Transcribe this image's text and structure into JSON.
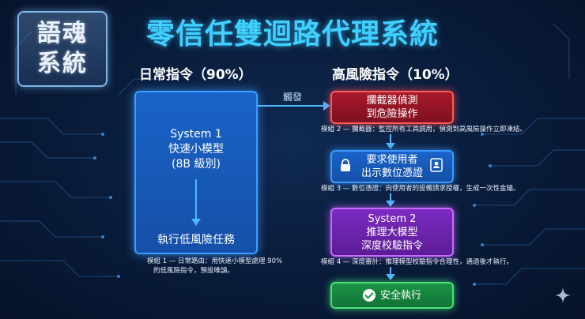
{
  "logo": {
    "line1": "語魂",
    "line2": "系統"
  },
  "title": "零信任雙迴路代理系統",
  "left_section": {
    "heading": "日常指令（90%）",
    "box_lines": [
      "System 1",
      "快速小模型",
      "(8B 級別)"
    ],
    "box_bottom": "執行低風險任務",
    "note_lines": [
      "模組 1 — 日常路由：用快速小模型處理 90%",
      "的低風險指令，預設唯讀。"
    ]
  },
  "right_section": {
    "heading": "高風險指令（10%）",
    "trigger_label": "觸發",
    "interceptor": {
      "lines": [
        "攔截器偵測",
        "到危險操作"
      ]
    },
    "note2": "模組 2 — 攔截器：監控所有工具調用，偵測到高風險操作立即凍結。",
    "auth": {
      "lines": [
        "要求使用者",
        "出示數位憑證"
      ]
    },
    "note3": "模組 3 — 數位憑證：向使用者的設備請求授權，生成一次性金鑰。",
    "system2": {
      "lines": [
        "System 2",
        "推理大模型",
        "深度校驗指令"
      ]
    },
    "note4": "模組 4 — 深度審計：推理模型校驗指令合理性，通過後才執行。",
    "final": {
      "label": "安全執行"
    }
  },
  "icons": [
    "lock-icon",
    "id-card-icon",
    "check-circle-icon",
    "sparkle-icon"
  ],
  "colors": {
    "title": "#3fd0ff",
    "danger": "#ff5a5a",
    "auth": "#3f9bff",
    "reason": "#c76bff",
    "safe": "#4be07a"
  }
}
